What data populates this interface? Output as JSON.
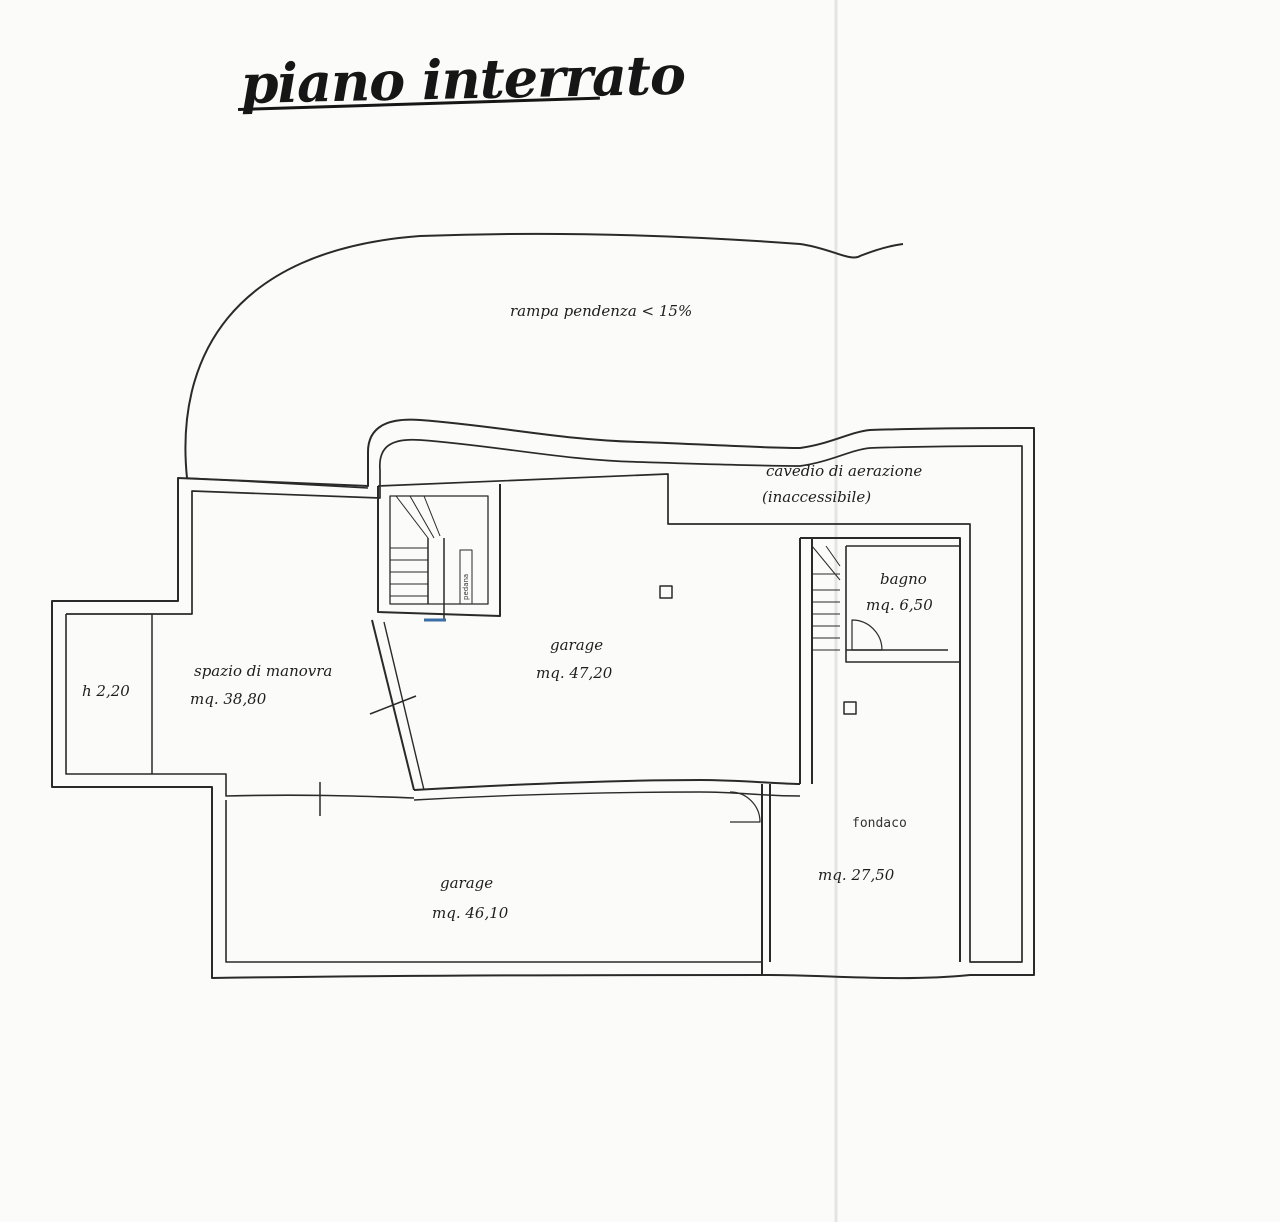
{
  "title": "piano interrato",
  "ramp": {
    "label": "rampa pendenza < 15%"
  },
  "rooms": {
    "cavedio": {
      "name": "cavedio di aerazione",
      "note": "(inaccessibile)"
    },
    "bagno": {
      "name": "bagno",
      "area": "mq. 6,50"
    },
    "garage_upper": {
      "name": "garage",
      "area": "mq. 47,20"
    },
    "manovra": {
      "name": "spazio di manovra",
      "area": "mq. 38,80"
    },
    "alcove": {
      "height": "h 2,20"
    },
    "garage_lower": {
      "name": "garage",
      "area": "mq. 46,10"
    },
    "fondaco": {
      "name": "fondaco",
      "area": "mq. 27,50"
    }
  },
  "stair_note": "pedana"
}
